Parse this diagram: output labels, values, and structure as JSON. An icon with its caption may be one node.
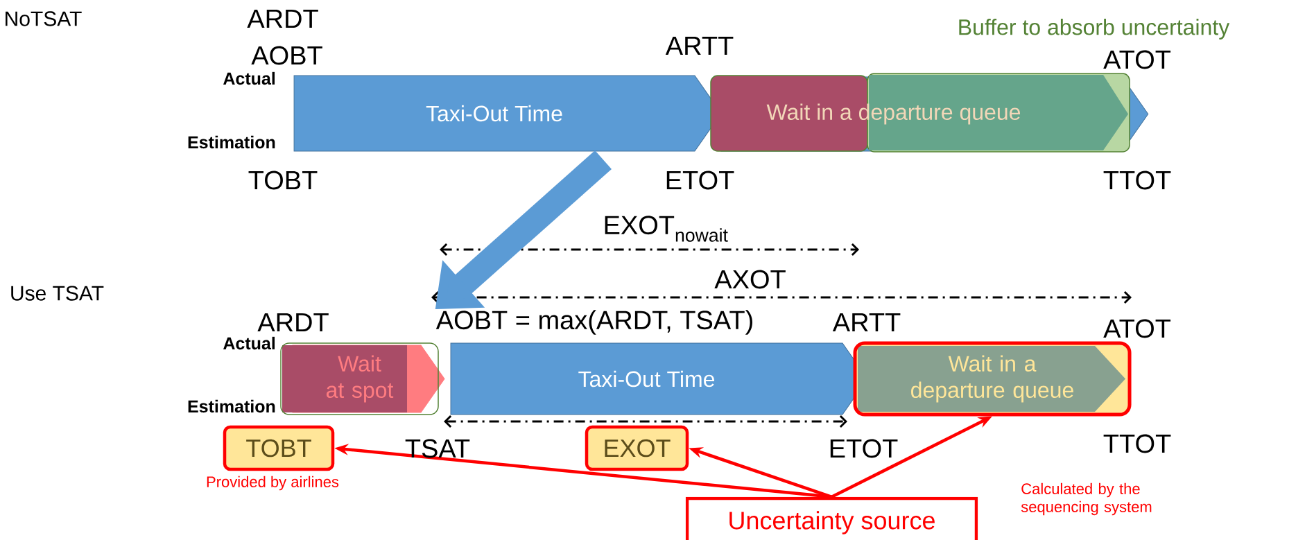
{
  "diagram": {
    "nodes": [
      {
        "text": [
          "Taxi-Out Time"
        ]
      },
      {
        "text": [
          "Wait in a departure queue"
        ]
      },
      {
        "text": [
          "Wait at spot"
        ]
      },
      {
        "text": [
          "Taxi-Out Time"
        ]
      },
      {
        "text": [
          "Wait in a departure queue"
        ]
      },
      {
        "text": [
          "TOBT"
        ],
        "beside": [
          "Provided by airlines"
        ]
      },
      {
        "text": [
          "EXOT"
        ]
      },
      {
        "text": [
          "Uncertainty source"
        ]
      },
      {
        "text": [
          "AOBT = max(ARDT, TSAT)"
        ]
      }
    ],
    "edges": [
      {
        "from": 0,
        "to": 8,
        "arrow": "to",
        "style": "thick",
        "color": "#5b9bd5"
      },
      {
        "from": 7,
        "to": 5,
        "arrow": "to"
      },
      {
        "from": 7,
        "to": 6,
        "arrow": "to"
      },
      {
        "from": 7,
        "to": 4,
        "arrow": "to"
      }
    ],
    "labels": [
      "NoTSAT",
      "ARDT",
      "AOBT",
      "Actual",
      "Estimation",
      "ARTT",
      "ATOT",
      "TOBT",
      "ETOT",
      "TTOT",
      "Buffer to absorb uncertainty",
      "EXOT$_{nowait}$",
      "AXOT",
      "Use TSAT",
      "ARDT",
      "Actual",
      "ARTT",
      "ATOT",
      "Estimation",
      "TSAT",
      "ETOT",
      "TTOT",
      "Calculated by the sequencing system"
    ]
  }
}
